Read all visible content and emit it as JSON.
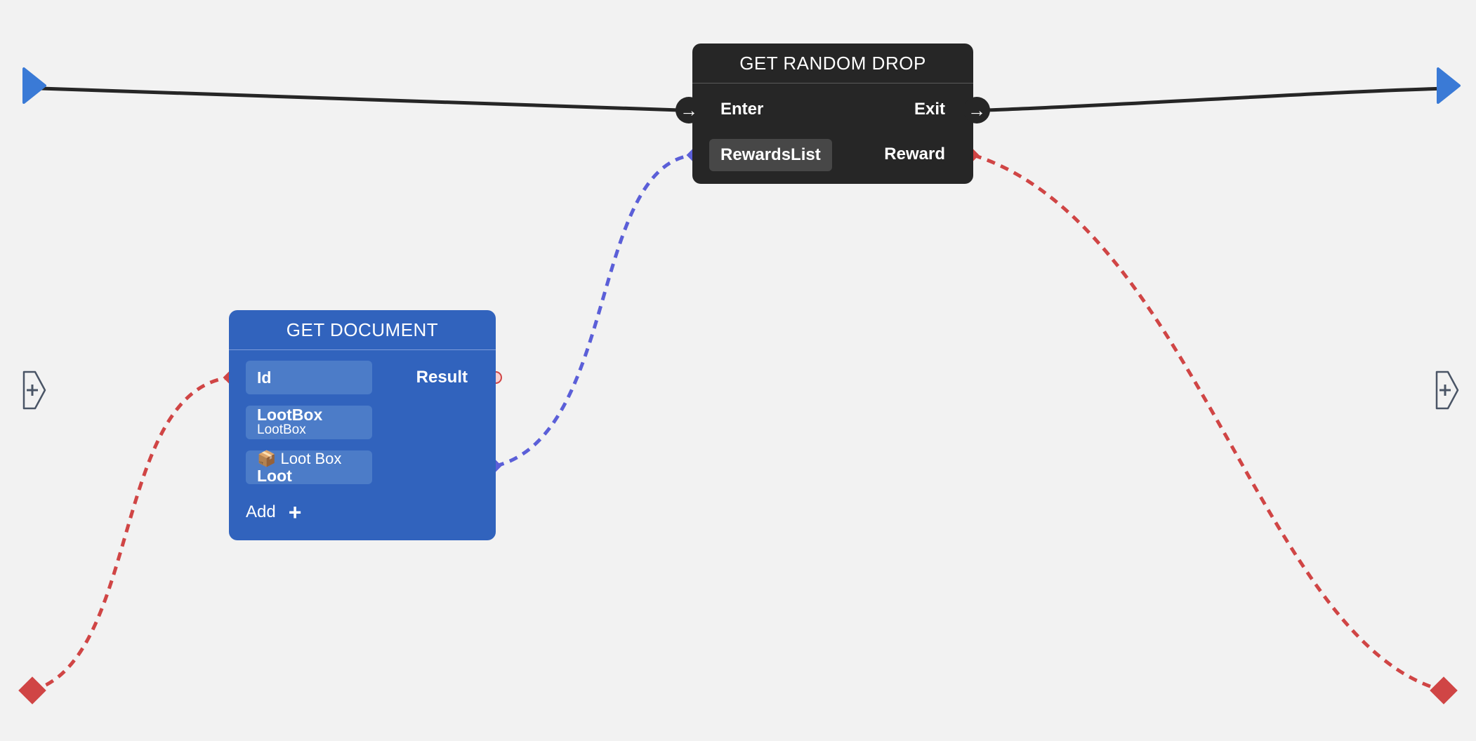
{
  "colors": {
    "background": "#f2f2f2",
    "dark_node": "#262626",
    "blue_node": "#3163bd",
    "flow_wire": "#262626",
    "data_wire_red": "#d04545",
    "data_wire_blue": "#5b5fd8",
    "entry_marker": "#3a7ad6"
  },
  "random_drop_node": {
    "title": "GET RANDOM DROP",
    "enter_label": "Enter",
    "exit_label": "Exit",
    "input_label": "RewardsList",
    "output_label": "Reward",
    "enter_icon": "arrow-right-icon",
    "exit_icon": "arrow-right-icon"
  },
  "get_document_node": {
    "title": "GET DOCUMENT",
    "id_label": "Id",
    "result_label": "Result",
    "lootbox_main": "LootBox",
    "lootbox_sub": "LootBox",
    "loot_emoji": "📦",
    "loot_sub": "Loot Box",
    "loot_main": "Loot",
    "add_label": "Add",
    "add_icon": "plus-icon"
  },
  "canvas_markers": {
    "left_flow_icon": "play-triangle-icon",
    "right_flow_icon": "play-triangle-icon",
    "left_add_icon": "add-pin-icon",
    "right_add_icon": "add-pin-icon",
    "left_data_icon": "diamond-icon",
    "right_data_icon": "diamond-icon"
  }
}
